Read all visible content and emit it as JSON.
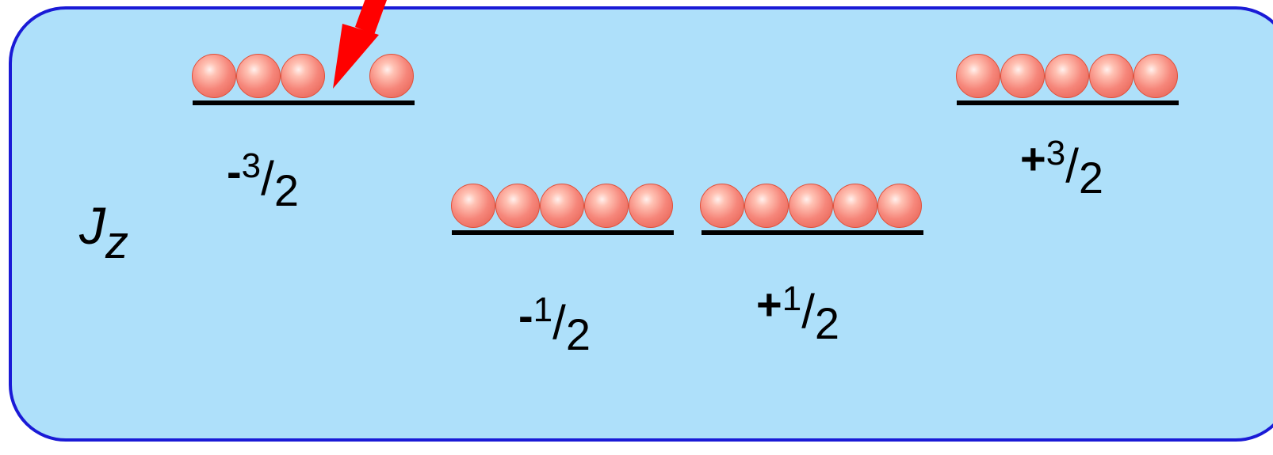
{
  "axis": {
    "symbol": "J",
    "subscript": "z"
  },
  "levels": [
    {
      "id": "m-3/2",
      "sign": "-",
      "numerator": "3",
      "slash": "/",
      "denominator": "2",
      "occupied": 4,
      "vacancy_after": 3
    },
    {
      "id": "m-1/2",
      "sign": "-",
      "numerator": "1",
      "slash": "/",
      "denominator": "2",
      "occupied": 5
    },
    {
      "id": "m+1/2",
      "sign": "+",
      "numerator": "1",
      "slash": "/",
      "denominator": "2",
      "occupied": 5
    },
    {
      "id": "m+3/2",
      "sign": "+",
      "numerator": "3",
      "slash": "/",
      "denominator": "2",
      "occupied": 5
    }
  ],
  "colors": {
    "panel_fill": "#aee0fa",
    "panel_border": "#1a1ad6",
    "ball": "#f6867a",
    "arrow": "#ff0000",
    "level_line": "#000000"
  },
  "arrow": {
    "target": "vacancy in -3/2 level",
    "icon": "down-arrow-icon"
  }
}
